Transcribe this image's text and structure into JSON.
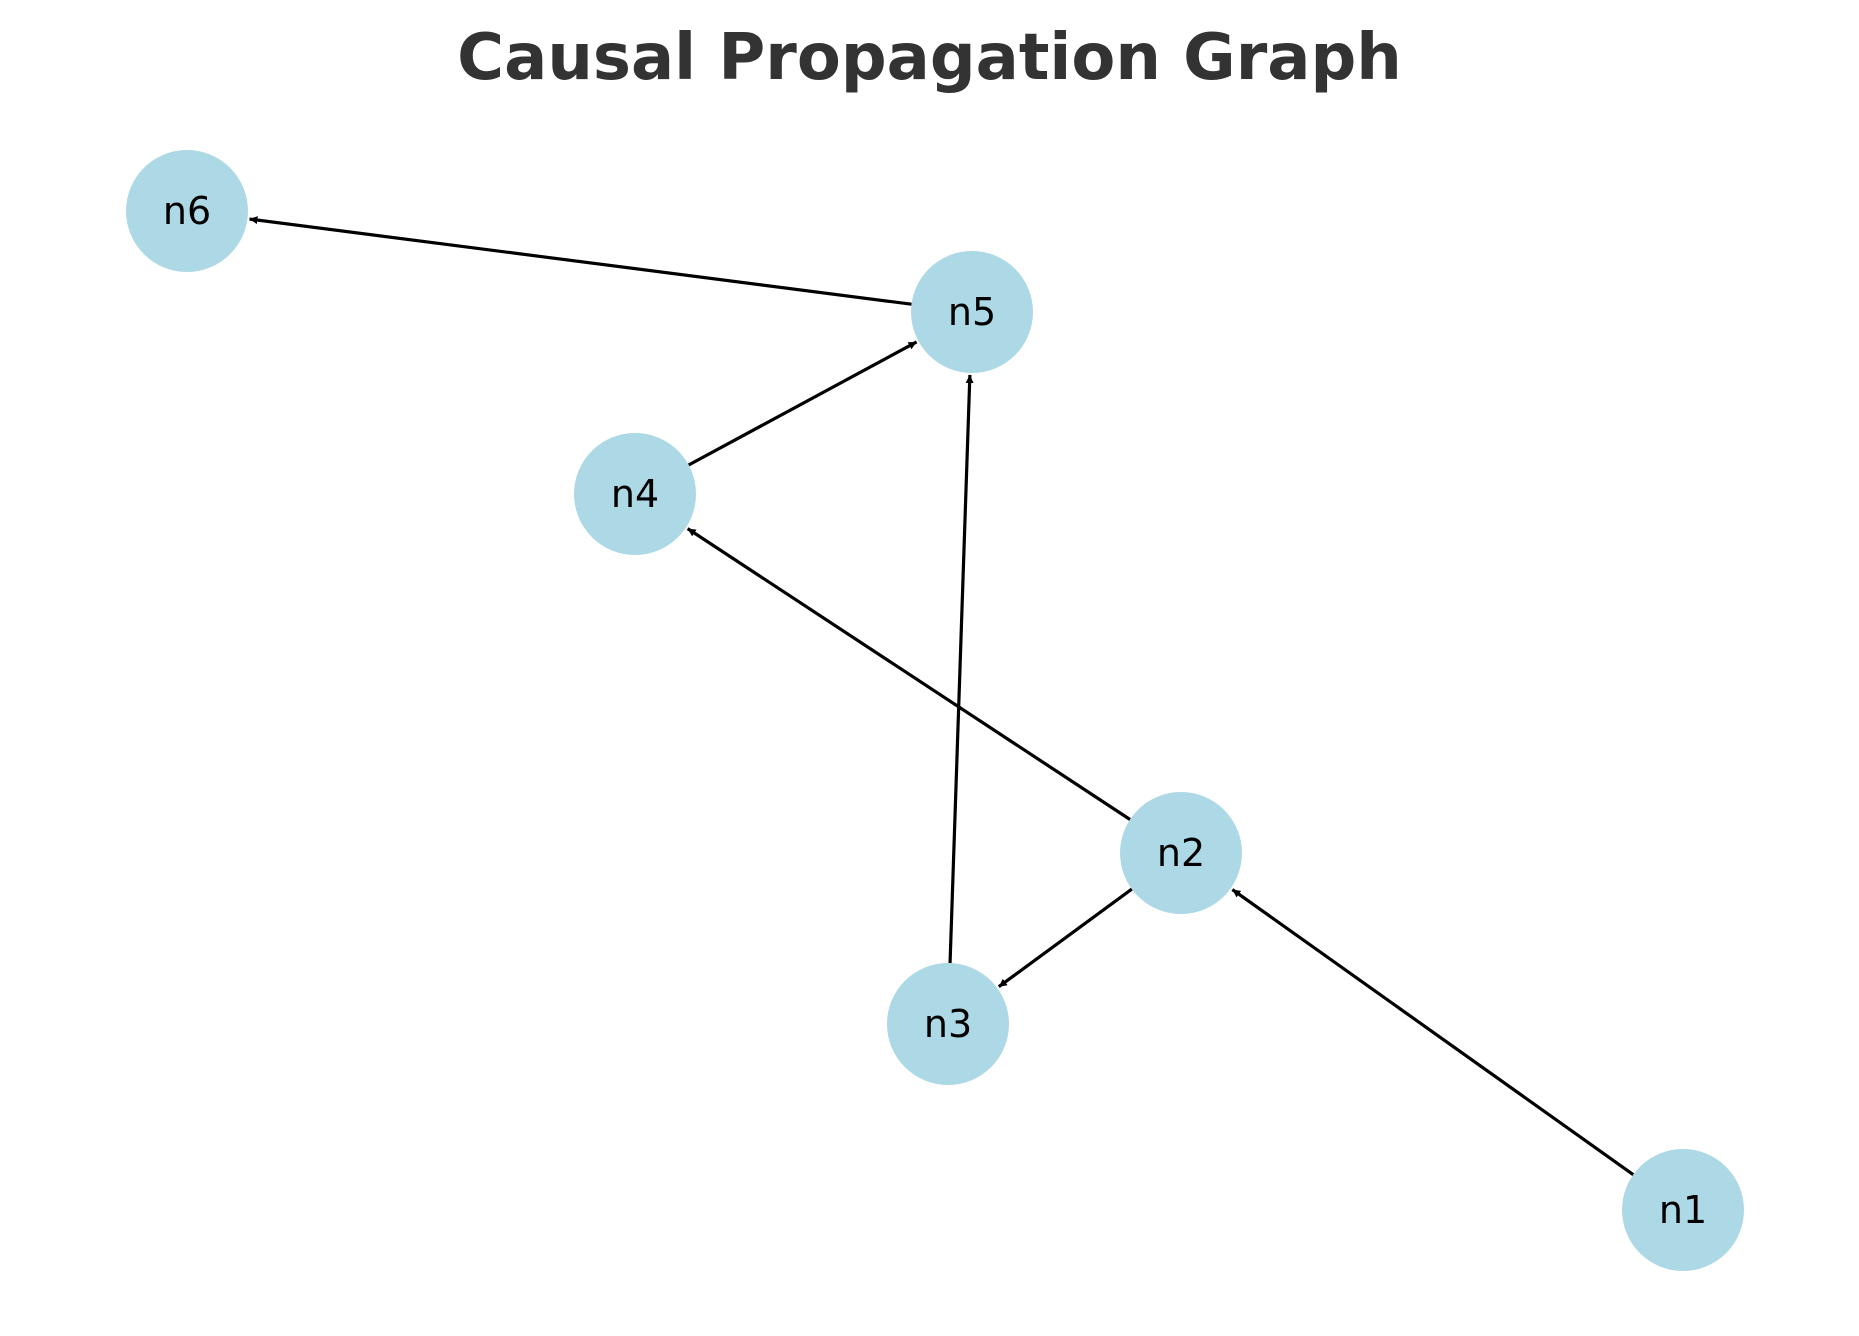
{
  "diagram": {
    "title": "Causal Propagation Graph",
    "node_color": "#add8e6",
    "edge_color": "#000000",
    "nodes": [
      {
        "id": "n1",
        "label": "n1"
      },
      {
        "id": "n2",
        "label": "n2"
      },
      {
        "id": "n3",
        "label": "n3"
      },
      {
        "id": "n4",
        "label": "n4"
      },
      {
        "id": "n5",
        "label": "n5"
      },
      {
        "id": "n6",
        "label": "n6"
      }
    ],
    "edges": [
      {
        "from": "n1",
        "to": "n2"
      },
      {
        "from": "n2",
        "to": "n3"
      },
      {
        "from": "n2",
        "to": "n4"
      },
      {
        "from": "n3",
        "to": "n5"
      },
      {
        "from": "n4",
        "to": "n5"
      },
      {
        "from": "n5",
        "to": "n6"
      }
    ]
  }
}
